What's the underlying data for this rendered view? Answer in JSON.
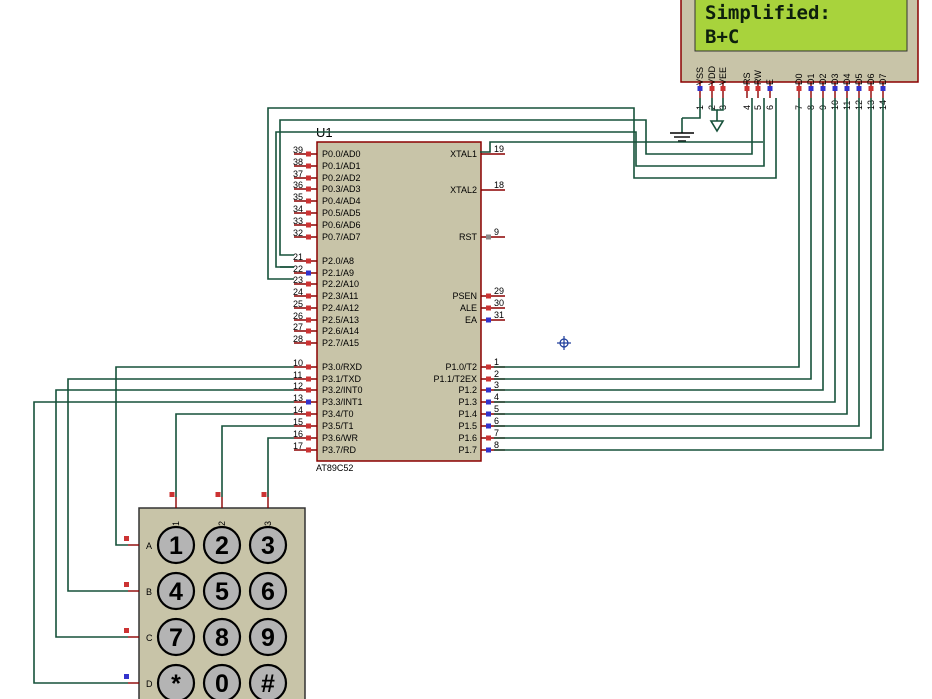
{
  "lcd": {
    "line1": "Simplified:",
    "line2": "B+C",
    "pins": [
      {
        "num": "1",
        "name": "VSS",
        "color": "#3333cc"
      },
      {
        "num": "2",
        "name": "VDD",
        "color": "#cc3333"
      },
      {
        "num": "3",
        "name": "VEE",
        "color": "#cc3333"
      },
      {
        "num": "4",
        "name": "RS",
        "color": "#cc3333"
      },
      {
        "num": "5",
        "name": "RW",
        "color": "#cc3333"
      },
      {
        "num": "6",
        "name": "E",
        "color": "#3333cc"
      },
      {
        "num": "7",
        "name": "D0",
        "color": "#cc3333"
      },
      {
        "num": "8",
        "name": "D1",
        "color": "#3333cc"
      },
      {
        "num": "9",
        "name": "D2",
        "color": "#3333cc"
      },
      {
        "num": "10",
        "name": "D3",
        "color": "#3333cc"
      },
      {
        "num": "11",
        "name": "D4",
        "color": "#3333cc"
      },
      {
        "num": "12",
        "name": "D5",
        "color": "#3333cc"
      },
      {
        "num": "13",
        "name": "D6",
        "color": "#cc3333"
      },
      {
        "num": "14",
        "name": "D7",
        "color": "#3333cc"
      }
    ]
  },
  "mcu": {
    "ref": "U1",
    "part": "AT89C52",
    "left_pins": [
      {
        "num": "39",
        "name": "P0.0/AD0"
      },
      {
        "num": "38",
        "name": "P0.1/AD1"
      },
      {
        "num": "37",
        "name": "P0.2/AD2"
      },
      {
        "num": "36",
        "name": "P0.3/AD3"
      },
      {
        "num": "35",
        "name": "P0.4/AD4"
      },
      {
        "num": "34",
        "name": "P0.5/AD5"
      },
      {
        "num": "33",
        "name": "P0.6/AD6"
      },
      {
        "num": "32",
        "name": "P0.7/AD7"
      },
      {
        "num": "21",
        "name": "P2.0/A8"
      },
      {
        "num": "22",
        "name": "P2.1/A9"
      },
      {
        "num": "23",
        "name": "P2.2/A10"
      },
      {
        "num": "24",
        "name": "P2.3/A11"
      },
      {
        "num": "25",
        "name": "P2.4/A12"
      },
      {
        "num": "26",
        "name": "P2.5/A13"
      },
      {
        "num": "27",
        "name": "P2.6/A14"
      },
      {
        "num": "28",
        "name": "P2.7/A15"
      },
      {
        "num": "10",
        "name": "P3.0/RXD"
      },
      {
        "num": "11",
        "name": "P3.1/TXD"
      },
      {
        "num": "12",
        "name": "P3.2/INT0"
      },
      {
        "num": "13",
        "name": "P3.3/INT1"
      },
      {
        "num": "14",
        "name": "P3.4/T0"
      },
      {
        "num": "15",
        "name": "P3.5/T1"
      },
      {
        "num": "16",
        "name": "P3.6/WR"
      },
      {
        "num": "17",
        "name": "P3.7/RD"
      }
    ],
    "right_pins": [
      {
        "num": "19",
        "name": "XTAL1"
      },
      {
        "num": "18",
        "name": "XTAL2"
      },
      {
        "num": "9",
        "name": "RST"
      },
      {
        "num": "29",
        "name": "PSEN"
      },
      {
        "num": "30",
        "name": "ALE"
      },
      {
        "num": "31",
        "name": "EA"
      },
      {
        "num": "1",
        "name": "P1.0/T2"
      },
      {
        "num": "2",
        "name": "P1.1/T2EX"
      },
      {
        "num": "3",
        "name": "P1.2"
      },
      {
        "num": "4",
        "name": "P1.3"
      },
      {
        "num": "5",
        "name": "P1.4"
      },
      {
        "num": "6",
        "name": "P1.5"
      },
      {
        "num": "7",
        "name": "P1.6"
      },
      {
        "num": "8",
        "name": "P1.7"
      }
    ]
  },
  "keypad": {
    "col_labels": [
      "1",
      "2",
      "3"
    ],
    "row_labels": [
      "A",
      "B",
      "C",
      "D"
    ],
    "keys": [
      "1",
      "2",
      "3",
      "4",
      "5",
      "6",
      "7",
      "8",
      "9",
      "*",
      "0",
      "#"
    ]
  },
  "colors": {
    "wire": "#16513a",
    "chip_fill": "#c8c4a8",
    "chip_border": "#8b0000",
    "lcd_screen": "#a8d33c",
    "keypad_fill": "#c8c4a8",
    "key_fill": "#b4b4b4",
    "pin_red": "#cc3333",
    "pin_blue": "#3333cc"
  }
}
